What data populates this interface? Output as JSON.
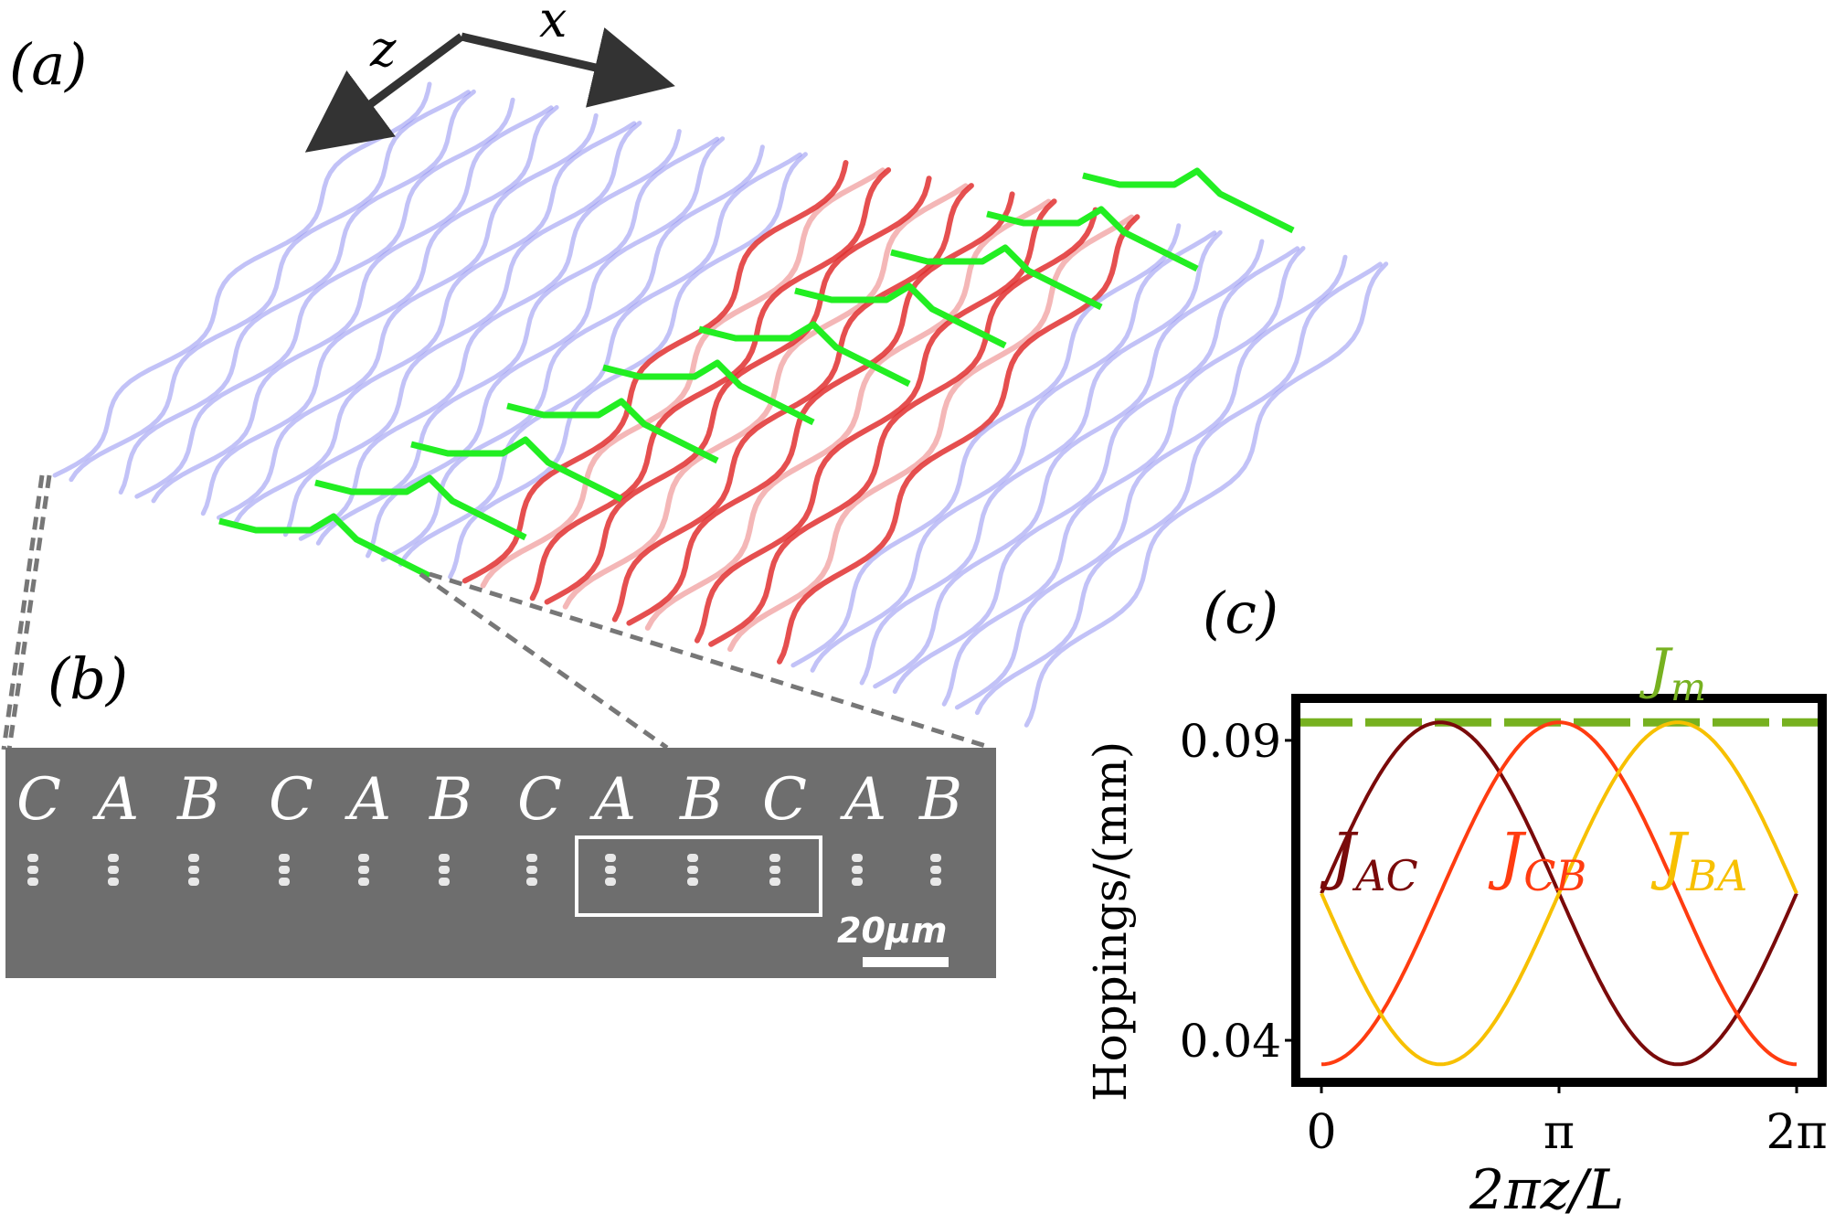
{
  "panel_a": {
    "label": "(a)",
    "axis_z": "z",
    "axis_x": "x",
    "colors": {
      "bulk_waveguide": "#8f8ff0",
      "defect_waveguide": "#e03030",
      "mode_profile": "#22ee22"
    }
  },
  "panel_b": {
    "label": "(b)",
    "site_letters": [
      "C",
      "A",
      "B",
      "C",
      "A",
      "B",
      "C",
      "A",
      "B",
      "C",
      "A",
      "B"
    ],
    "scale_label": "20μm",
    "highlighted_sites": [
      "A",
      "B",
      "C"
    ]
  },
  "panel_c": {
    "label": "(c)",
    "chart_data": {
      "type": "line",
      "xlabel": "2πz/L",
      "ylabel": "Hoppings/(mm)",
      "x_ticks": [
        "0",
        "π",
        "2π"
      ],
      "y_ticks": [
        "0.04",
        "0.09"
      ],
      "xlim": [
        0,
        6.283
      ],
      "ylim": [
        0.033,
        0.097
      ],
      "j_min": 0.036,
      "j_max": 0.093,
      "series": [
        {
          "name": "J_m",
          "label_main": "J",
          "label_sub": "m",
          "style": "dashed",
          "color": "#77b120",
          "constant": 0.093
        },
        {
          "name": "J_AC",
          "label_main": "J",
          "label_sub": "AC",
          "color": "#7a0a0a",
          "phase_deg": 90,
          "shape": "J_min + (J_max - J_min)·(1+cos(x - phase))/2 ... (peak at x = π/2)"
        },
        {
          "name": "J_CB",
          "label_main": "J",
          "label_sub": "CB",
          "color": "#ff3c10",
          "phase_deg": 180,
          "shape": "peak at x = π"
        },
        {
          "name": "J_BA",
          "label_main": "J",
          "label_sub": "BA",
          "color": "#f7c000",
          "phase_deg": 270,
          "shape": "peak at x = 3π/2"
        }
      ]
    }
  }
}
